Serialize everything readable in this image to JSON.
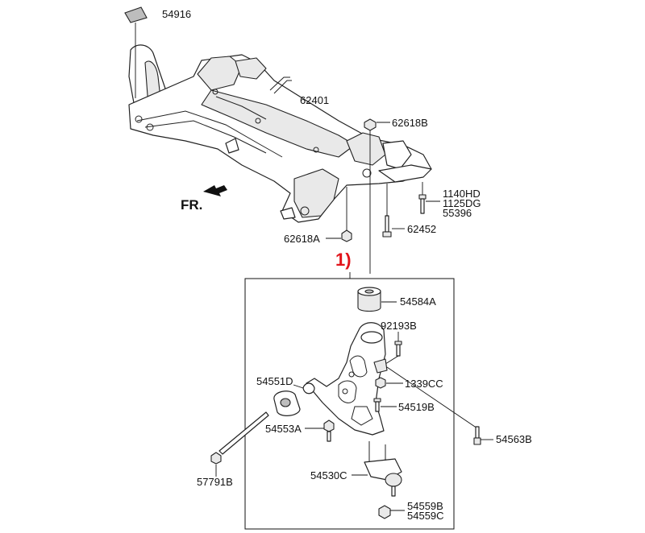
{
  "labels": {
    "p54916": "54916",
    "p62401": "62401",
    "p62618B": "62618B",
    "p1140HD": "1140HD",
    "p1125DG": "1125DG",
    "p55396": "55396",
    "p62452": "62452",
    "p62618A": "62618A",
    "p54584A": "54584A",
    "p92193B": "92193B",
    "p54551D": "54551D",
    "p1339CC": "1339CC",
    "p54519B": "54519B",
    "p54553A": "54553A",
    "p54563B": "54563B",
    "p57791B": "57791B",
    "p54530C": "54530C",
    "p54559B": "54559B",
    "p54559C": "54559C"
  },
  "direction_marker": "FR.",
  "callout": "1)",
  "colors": {
    "callout": "#e2141b",
    "line": "#222222"
  }
}
